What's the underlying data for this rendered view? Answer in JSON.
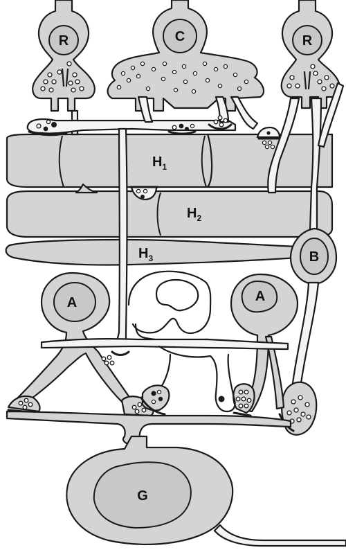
{
  "labels": {
    "rod_left": "R",
    "cone": "C",
    "rod_right": "R",
    "h1": "H",
    "h1_sub": "1",
    "h2": "H",
    "h2_sub": "2",
    "h3": "H",
    "h3_sub": "3",
    "bipolar": "B",
    "amacrine_left": "A",
    "amacrine_right": "A",
    "ganglion": "G"
  },
  "colors": {
    "cell_fill": "#d4d4d4",
    "outline": "#1a1a1a",
    "background": "#ffffff"
  }
}
